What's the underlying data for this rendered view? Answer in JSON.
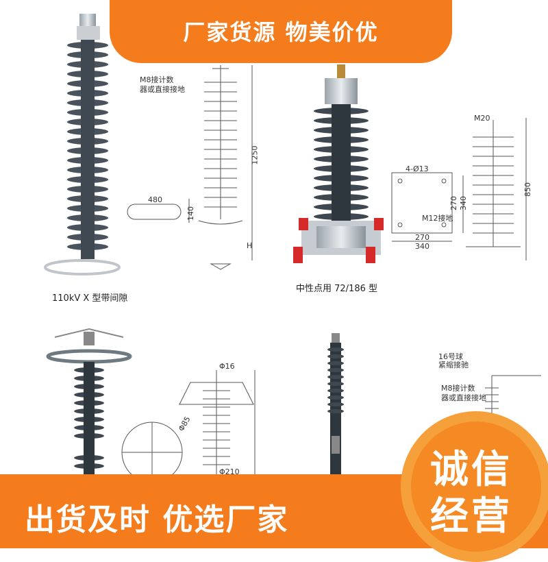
{
  "top_banner": {
    "text": "厂家货源  物美价优"
  },
  "bottom_banner": {
    "text": "出货及时   优选厂家"
  },
  "badge": {
    "line1": "诚信",
    "line2": "经营"
  },
  "captions": {
    "left": "110kV X 型带间隙",
    "right": "中性点用 72/186 型"
  },
  "labels": {
    "m8_top": "M8接计数",
    "m8_top2": "器或直接接地",
    "d480": "480",
    "d140": "140",
    "d1250": "1250",
    "dH": "H",
    "d4_13": "4-Ø13",
    "dM20": "M20",
    "dM12": "M12接地",
    "d270h": "270",
    "d340h": "340",
    "d270w": "270",
    "d340w": "340",
    "d850": "850",
    "phi16": "Φ16",
    "phi85": "Φ85",
    "phi210": "Φ210",
    "n16": "16号球",
    "n16b": "紧缩接驰",
    "m8_b": "M8接计数",
    "m8_b2": "器或直接接地"
  },
  "colors": {
    "orange": "#f47c1c",
    "insulator": "#3f4850"
  }
}
